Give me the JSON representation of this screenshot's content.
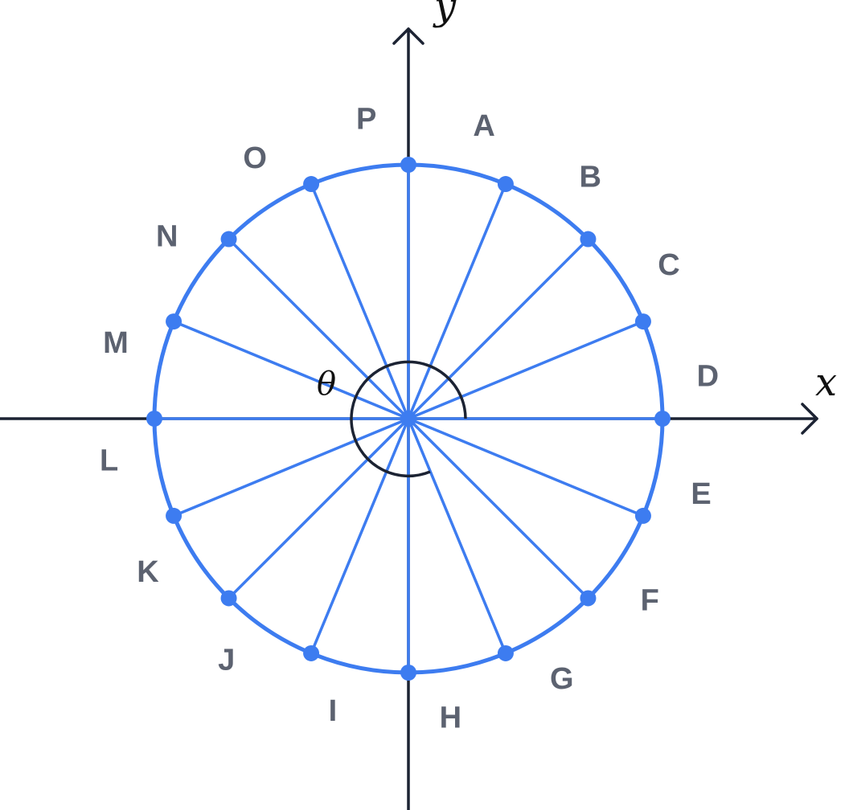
{
  "axes": {
    "x_label": "x",
    "y_label": "y"
  },
  "angle": {
    "label": "θ"
  },
  "points": [
    {
      "id": "A",
      "angle_deg": 67.5
    },
    {
      "id": "B",
      "angle_deg": 45
    },
    {
      "id": "C",
      "angle_deg": 22.5
    },
    {
      "id": "D",
      "angle_deg": 0
    },
    {
      "id": "E",
      "angle_deg": -22.5
    },
    {
      "id": "F",
      "angle_deg": -45
    },
    {
      "id": "G",
      "angle_deg": -67.5
    },
    {
      "id": "H",
      "angle_deg": -90
    },
    {
      "id": "I",
      "angle_deg": -112.5
    },
    {
      "id": "J",
      "angle_deg": -135
    },
    {
      "id": "K",
      "angle_deg": -157.5
    },
    {
      "id": "L",
      "angle_deg": 180
    },
    {
      "id": "M",
      "angle_deg": 157.5
    },
    {
      "id": "N",
      "angle_deg": 135
    },
    {
      "id": "O",
      "angle_deg": 112.5
    },
    {
      "id": "P",
      "angle_deg": 90
    }
  ],
  "colors": {
    "circle": "#3d7cf0",
    "axes": "#1c2333",
    "label": "#5c6270"
  }
}
